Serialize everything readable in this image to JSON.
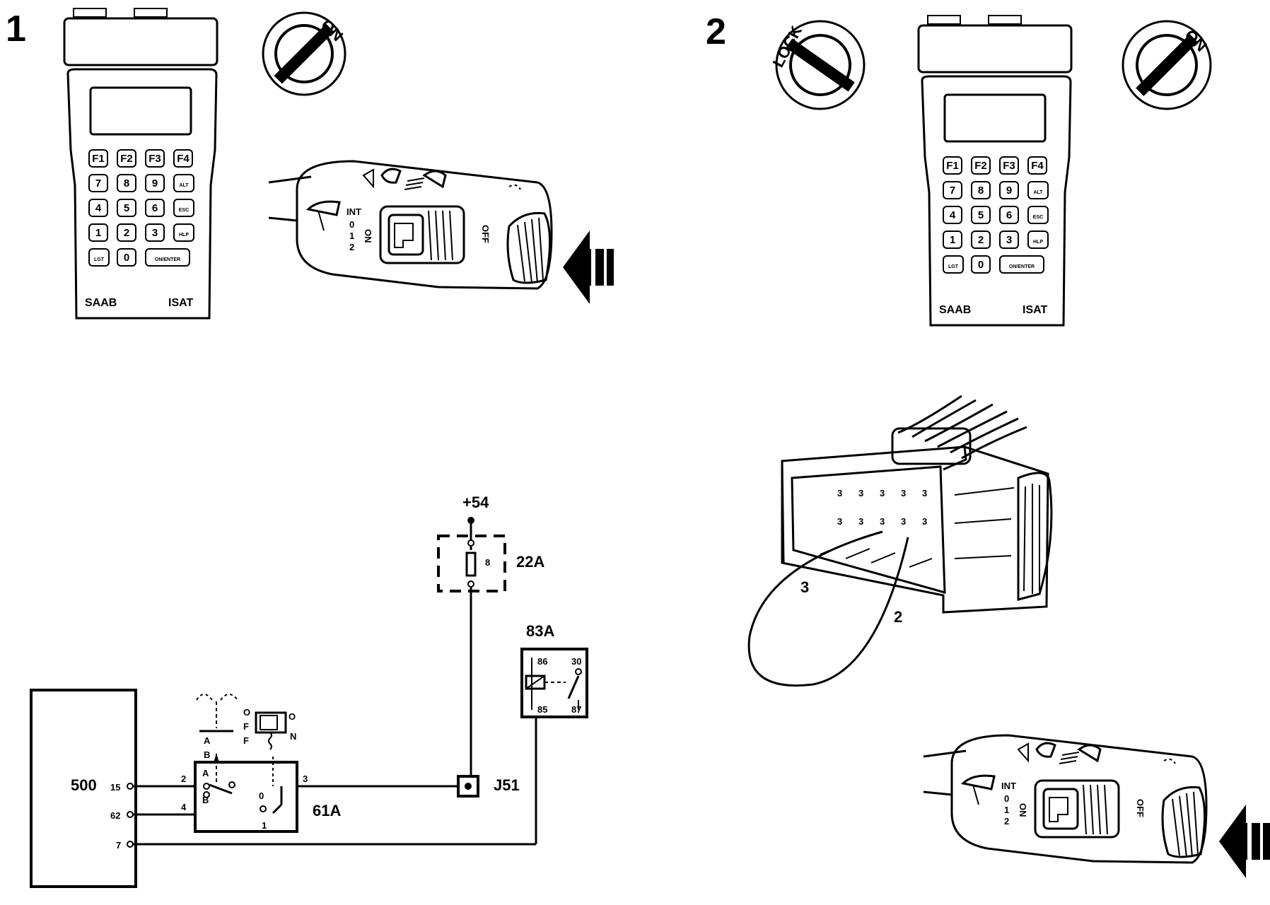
{
  "steps": [
    "1",
    "2"
  ],
  "isat": {
    "brand": "SAAB",
    "model": "ISAT",
    "keys": [
      [
        "F1",
        "F2",
        "F3",
        "F4"
      ],
      [
        "7",
        "8",
        "9",
        "ALT"
      ],
      [
        "4",
        "5",
        "6",
        "ESC"
      ],
      [
        "1",
        "2",
        "3",
        "HLP"
      ],
      [
        "LGT",
        "0",
        "ON/ENTER"
      ]
    ]
  },
  "ignition": {
    "on": "ON",
    "lock": "LOCK"
  },
  "stalk": {
    "int_label": "INT",
    "positions": [
      "0",
      "1",
      "2"
    ],
    "on_label": "ON",
    "off_label": "OFF"
  },
  "connector": {
    "wire_labels": [
      "3",
      "2"
    ]
  },
  "schematic": {
    "supply": "+54",
    "fuse_box": "22A",
    "fuse": "8",
    "relay": "83A",
    "relay_pins": [
      "86",
      "30",
      "85",
      "87"
    ],
    "ecu": "500",
    "ecu_pins": [
      "15",
      "62",
      "7"
    ],
    "switch": "61A",
    "switch_pins": [
      "2",
      "4",
      "3",
      "1"
    ],
    "switch_contacts": [
      "A",
      "B",
      "0"
    ],
    "switch_legend": [
      "A",
      "B"
    ],
    "switch_off_letters": [
      "O",
      "F",
      "F"
    ],
    "switch_on_letters": [
      "O",
      "N"
    ],
    "junction": "J51"
  }
}
